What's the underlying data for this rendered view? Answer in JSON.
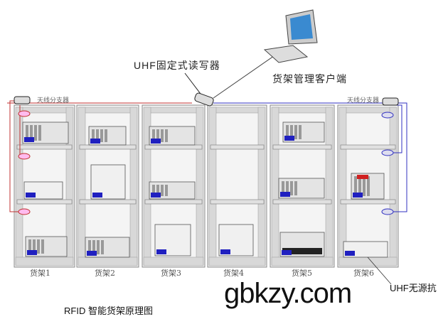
{
  "reader_label": "UHF固定式读写器",
  "client_label": "货架管理客户端",
  "splitter_left": "天线分支器",
  "splitter_right": "天线分支器",
  "shelves": [
    "货架1",
    "货架2",
    "货架3",
    "货架4",
    "货架5",
    "货架6"
  ],
  "tag_label": "UHF无源抗",
  "watermark": "gbkzy.com",
  "title": "RFID 智能货架原理图",
  "colors": {
    "left_cable": "#c03030",
    "right_cable": "#3030c0",
    "frame": "#d8d8d8",
    "tag": "#2020c0"
  }
}
